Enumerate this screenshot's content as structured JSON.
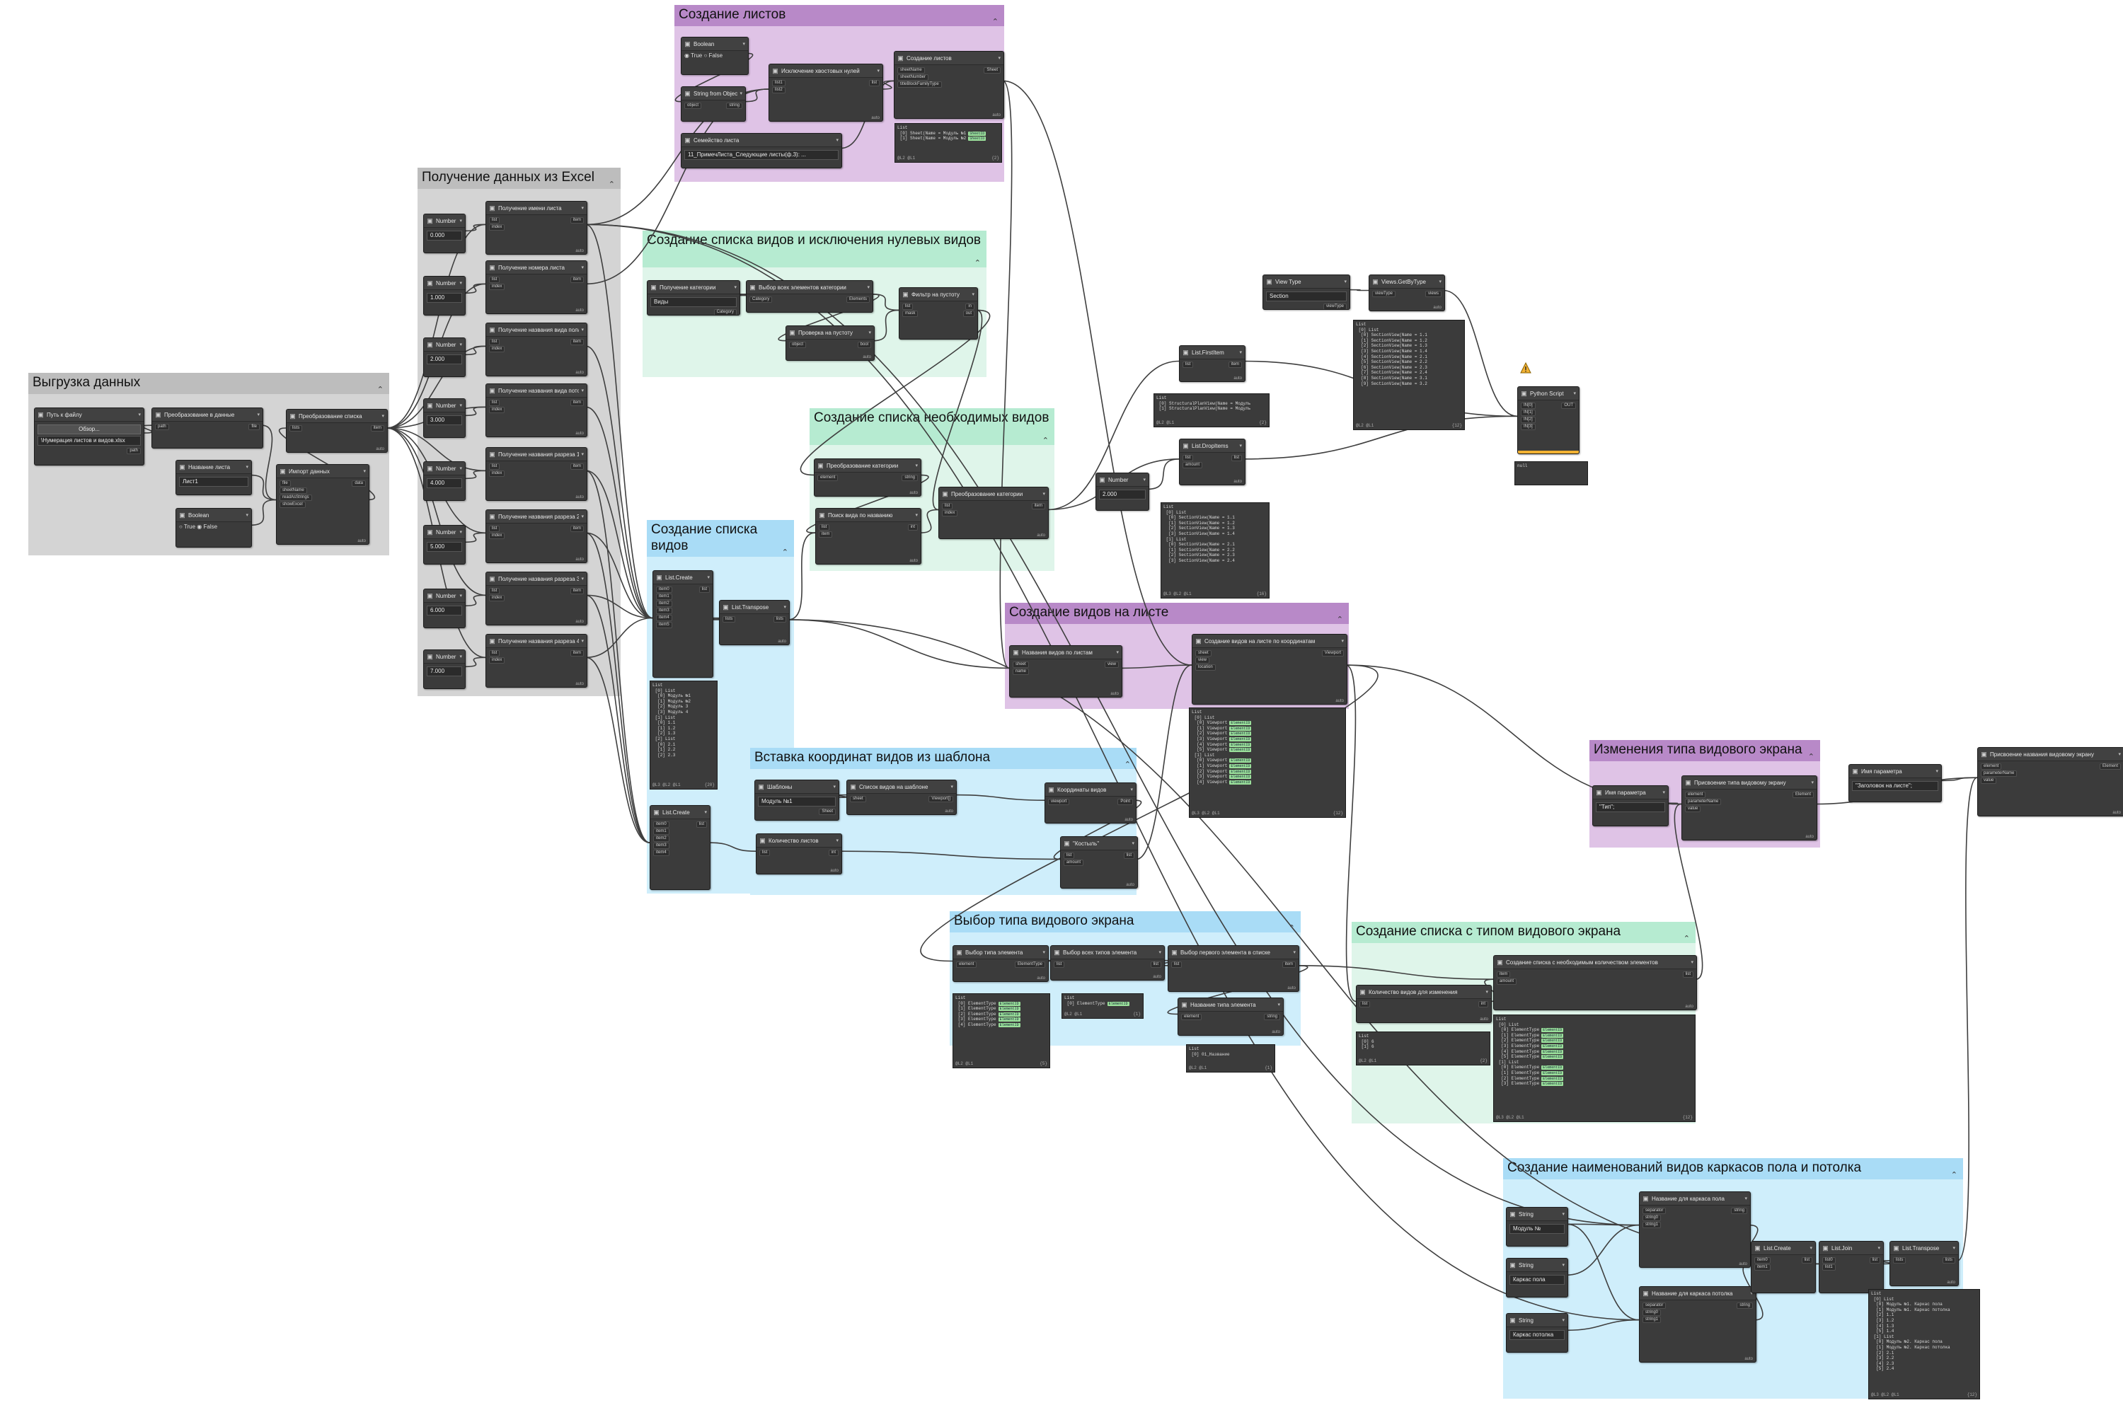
{
  "colors": {
    "gray": "#d4d4d4",
    "purple": "#dfc3e6",
    "purple_head": "#b889c8",
    "mint": "#dff5ea",
    "mint_head": "#b6ebd1",
    "blue": "#cfeefb",
    "blue_head": "#a9dcf6",
    "wire": "#3f3f3f",
    "warning": "#f2b233"
  },
  "groups": [
    {
      "id": "g_export",
      "title": "Выгрузка данных",
      "color": "gray"
    },
    {
      "id": "g_excel",
      "title": "Получение данных из Excel",
      "color": "gray"
    },
    {
      "id": "g_sheets",
      "title": "Создание листов",
      "color": "purple"
    },
    {
      "id": "g_views_null",
      "title": "Создание списка видов и исключения нулевых видов",
      "color": "mint"
    },
    {
      "id": "g_views_need",
      "title": "Создание списка необходимых видов",
      "color": "mint"
    },
    {
      "id": "g_views_list",
      "title": "Создание списка видов",
      "color": "blue"
    },
    {
      "id": "g_views_on_sheet",
      "title": "Создание видов на листе",
      "color": "purple"
    },
    {
      "id": "g_insert_coords",
      "title": "Вставка координат видов из шаблона",
      "color": "blue"
    },
    {
      "id": "g_vp_type",
      "title": "Выбор типа видового экрана",
      "color": "blue"
    },
    {
      "id": "g_vp_type_list",
      "title": "Создание списка с типом видового экрана",
      "color": "mint"
    },
    {
      "id": "g_change_vp",
      "title": "Изменения типа видового экрана",
      "color": "purple"
    },
    {
      "id": "g_names",
      "title": "Создание наименований видов каркасов пола и потолка",
      "color": "blue"
    }
  ],
  "nodes": [
    {
      "id": "n_path",
      "title": "Путь к файлу",
      "icon": "file-icon",
      "button": "Обзор...",
      "value": "\\Нумерация листов и видов.xlsx",
      "outputs": [
        "path"
      ]
    },
    {
      "id": "n_conv_data",
      "title": "Преобразование в данные",
      "icon": "function-icon",
      "inputs": [
        "path"
      ],
      "outputs": [
        "file"
      ]
    },
    {
      "id": "n_sheet_name",
      "title": "Название листа",
      "icon": "string-icon",
      "value": "Лист1"
    },
    {
      "id": "n_boolean1",
      "title": "Boolean",
      "icon": "boolean-icon",
      "radio_true": "True",
      "radio_false": "False",
      "selected": "False"
    },
    {
      "id": "n_import",
      "title": "Импорт данных",
      "icon": "import-icon",
      "inputs": [
        "file",
        "sheetName",
        "readAsStrings",
        "showExcel"
      ],
      "outputs": [
        "data"
      ],
      "lacing": "auto"
    },
    {
      "id": "n_conv_list",
      "title": "Преобразование списка",
      "icon": "function-icon",
      "inputs": [
        "lists"
      ],
      "outputs": [
        "item"
      ],
      "lacing": "auto"
    },
    {
      "id": "n_num1",
      "title": "Number",
      "value": "0.000"
    },
    {
      "id": "n_num2",
      "title": "Number",
      "value": "1.000"
    },
    {
      "id": "n_num3",
      "title": "Number",
      "value": "2.000"
    },
    {
      "id": "n_num4",
      "title": "Number",
      "value": "3.000"
    },
    {
      "id": "n_num5",
      "title": "Number",
      "value": "4.000"
    },
    {
      "id": "n_num6",
      "title": "Number",
      "value": "5.000"
    },
    {
      "id": "n_num7",
      "title": "Number",
      "value": "6.000"
    },
    {
      "id": "n_num8",
      "title": "Number",
      "value": "7.000"
    },
    {
      "id": "n_get1",
      "title": "Получение имени листа",
      "inputs": [
        "list",
        "index"
      ],
      "outputs": [
        "item"
      ],
      "lacing": "auto"
    },
    {
      "id": "n_get2",
      "title": "Получение номера листа",
      "inputs": [
        "list",
        "index"
      ],
      "outputs": [
        "item"
      ],
      "lacing": "auto"
    },
    {
      "id": "n_get3",
      "title": "Получение названия вида пола",
      "inputs": [
        "list",
        "index"
      ],
      "outputs": [
        "item"
      ],
      "lacing": "auto"
    },
    {
      "id": "n_get4",
      "title": "Получение названия вида потолка",
      "inputs": [
        "list",
        "index"
      ],
      "outputs": [
        "item"
      ],
      "lacing": "auto"
    },
    {
      "id": "n_get5",
      "title": "Получение названия разреза 1",
      "inputs": [
        "list",
        "index"
      ],
      "outputs": [
        "item"
      ],
      "lacing": "auto"
    },
    {
      "id": "n_get6",
      "title": "Получение названия разреза 2",
      "inputs": [
        "list",
        "index"
      ],
      "outputs": [
        "item"
      ],
      "lacing": "auto"
    },
    {
      "id": "n_get7",
      "title": "Получение названия разреза 3",
      "inputs": [
        "list",
        "index"
      ],
      "outputs": [
        "item"
      ],
      "lacing": "auto"
    },
    {
      "id": "n_get8",
      "title": "Получение названия разреза 4",
      "inputs": [
        "list",
        "index"
      ],
      "outputs": [
        "item"
      ],
      "lacing": "auto"
    },
    {
      "id": "n_bool2",
      "title": "Boolean",
      "radio_true": "True",
      "radio_false": "False",
      "selected": "True"
    },
    {
      "id": "n_strobj",
      "title": "String from Object",
      "inputs": [
        "object"
      ],
      "outputs": [
        "string"
      ]
    },
    {
      "id": "n_family",
      "title": "Семейство листа",
      "value": "11_ПримечЛиста_Следующие листы(ф.3): ..."
    },
    {
      "id": "n_exclude",
      "title": "Исключение хвостовых нулей",
      "inputs": [
        "list1",
        "list2"
      ],
      "outputs": [
        "list"
      ],
      "lacing": "auto"
    },
    {
      "id": "n_create_sheets",
      "title": "Создание листов",
      "inputs": [
        "sheetName",
        "sheetNumber",
        "titleBlockFamilyType"
      ],
      "outputs": [
        "Sheet"
      ],
      "lacing": "auto"
    },
    {
      "id": "n_get_cat",
      "title": "Получение категории",
      "value": "Виды",
      "outputs": [
        "Category"
      ]
    },
    {
      "id": "n_sel_cat",
      "title": "Выбор всех элементов категории",
      "inputs": [
        "Category"
      ],
      "outputs": [
        "Elements"
      ]
    },
    {
      "id": "n_filter_null",
      "title": "Фильтр на пустоту",
      "inputs": [
        "list",
        "mask"
      ],
      "outputs": [
        "in",
        "out"
      ]
    },
    {
      "id": "n_check_empty",
      "title": "Проверка на пустоту",
      "inputs": [
        "object"
      ],
      "outputs": [
        "bool"
      ],
      "lacing": "auto"
    },
    {
      "id": "n_conv_cat1",
      "title": "Преобразование категории",
      "inputs": [
        "element"
      ],
      "outputs": [
        "string"
      ],
      "lacing": "auto"
    },
    {
      "id": "n_search_name",
      "title": "Поиск вида по названию",
      "inputs": [
        "list",
        "item"
      ],
      "outputs": [
        "int"
      ],
      "lacing": "auto"
    },
    {
      "id": "n_conv_cat2",
      "title": "Преобразование категории",
      "inputs": [
        "list",
        "index"
      ],
      "outputs": [
        "item"
      ],
      "lacing": "auto"
    },
    {
      "id": "n_num9",
      "title": "Number",
      "value": "2.000"
    },
    {
      "id": "n_list_create1",
      "title": "List.Create",
      "inputs": [
        "item0",
        "item1",
        "item2",
        "item3",
        "item4",
        "item5"
      ],
      "outputs": [
        "list"
      ]
    },
    {
      "id": "n_transpose1",
      "title": "List.Transpose",
      "inputs": [
        "lists"
      ],
      "outputs": [
        "lists"
      ],
      "lacing": "auto"
    },
    {
      "id": "n_list_create2",
      "title": "List.Create",
      "inputs": [
        "item0",
        "item1",
        "item2",
        "item3",
        "item4"
      ],
      "outputs": [
        "list"
      ]
    },
    {
      "id": "n_first_item",
      "title": "List.FirstItem",
      "inputs": [
        "list"
      ],
      "outputs": [
        "item"
      ],
      "lacing": "auto"
    },
    {
      "id": "n_drop_items",
      "title": "List.DropItems",
      "inputs": [
        "list",
        "amount"
      ],
      "outputs": [
        "list"
      ],
      "lacing": "auto"
    },
    {
      "id": "n_view_type",
      "title": "View Type",
      "value": "Section",
      "outputs": [
        "viewType"
      ]
    },
    {
      "id": "n_views_get",
      "title": "Views.GetByType",
      "inputs": [
        "viewType"
      ],
      "outputs": [
        "views"
      ],
      "lacing": "auto"
    },
    {
      "id": "n_python",
      "title": "Python Script",
      "inputs": [
        "IN[0]",
        "IN[1]",
        "IN[2]",
        "IN[3]"
      ],
      "outputs": [
        "OUT"
      ],
      "status": "null"
    },
    {
      "id": "n_views_by_sheet",
      "title": "Названия видов по листам",
      "inputs": [
        "sheet",
        "name"
      ],
      "outputs": [
        "view"
      ],
      "lacing": "auto"
    },
    {
      "id": "n_create_vp",
      "title": "Создание видов на листе по координатам",
      "inputs": [
        "sheet",
        "view",
        "location"
      ],
      "outputs": [
        "Viewport"
      ],
      "lacing": "auto"
    },
    {
      "id": "n_template",
      "title": "Шаблоны",
      "value": "Модуль №1",
      "outputs": [
        "Sheet"
      ]
    },
    {
      "id": "n_views_on_tpl",
      "title": "Список видов на шаблоне",
      "inputs": [
        "sheet"
      ],
      "outputs": [
        "Viewport[]"
      ],
      "lacing": "auto"
    },
    {
      "id": "n_coords",
      "title": "Координаты видов",
      "inputs": [
        "viewport"
      ],
      "outputs": [
        "Point"
      ],
      "lacing": "auto"
    },
    {
      "id": "n_count_sheets",
      "title": "Количество листов",
      "inputs": [
        "list"
      ],
      "outputs": [
        "int"
      ],
      "lacing": "auto"
    },
    {
      "id": "n_crutch",
      "title": "\"Костыль\"",
      "inputs": [
        "list",
        "amount"
      ],
      "outputs": [
        "list"
      ],
      "lacing": "auto"
    },
    {
      "id": "n_sel_type",
      "title": "Выбор типа элемента",
      "inputs": [
        "element"
      ],
      "outputs": [
        "ElementType"
      ],
      "lacing": "auto"
    },
    {
      "id": "n_sel_all_types",
      "title": "Выбор всех типов элемента",
      "inputs": [
        "list"
      ],
      "outputs": [
        "list"
      ],
      "lacing": "auto"
    },
    {
      "id": "n_sel_first",
      "title": "Выбор первого элемента в списке",
      "inputs": [
        "list"
      ],
      "outputs": [
        "item"
      ],
      "lacing": "auto"
    },
    {
      "id": "n_type_name",
      "title": "Название типа элемента",
      "inputs": [
        "element"
      ],
      "outputs": [
        "string"
      ],
      "lacing": "auto"
    },
    {
      "id": "n_count_change",
      "title": "Количество видов для изменения",
      "inputs": [
        "list"
      ],
      "outputs": [
        "int"
      ],
      "lacing": "auto"
    },
    {
      "id": "n_create_list_n",
      "title": "Создание списка с необходимым количеством элементов",
      "inputs": [
        "item",
        "amount"
      ],
      "outputs": [
        "list"
      ],
      "lacing": "auto"
    },
    {
      "id": "n_param_name1",
      "title": "Имя параметра",
      "value": "\"Тип\";"
    },
    {
      "id": "n_assign_type",
      "title": "Присвоение типа видовому экрану",
      "inputs": [
        "element",
        "parameterName",
        "value"
      ],
      "outputs": [
        "Element"
      ],
      "lacing": "auto"
    },
    {
      "id": "n_param_name2",
      "title": "Имя параметра",
      "value": "\"Заголовок на листе\";"
    },
    {
      "id": "n_assign_name",
      "title": "Присвоение названия видовому экрану",
      "inputs": [
        "element",
        "parameterName",
        "value"
      ],
      "outputs": [
        "Element"
      ],
      "lacing": "auto"
    },
    {
      "id": "n_str1",
      "title": "String",
      "value": "Модуль №"
    },
    {
      "id": "n_str2",
      "title": "String",
      "value": "Каркас пола"
    },
    {
      "id": "n_str3",
      "title": "String",
      "value": "Каркас потолка"
    },
    {
      "id": "n_name_floor",
      "title": "Название для каркаса пола",
      "inputs": [
        "separator",
        "string0",
        "string1"
      ],
      "outputs": [
        "string"
      ],
      "lacing": "auto"
    },
    {
      "id": "n_name_ceil",
      "title": "Название для каркаса потолка",
      "inputs": [
        "separator",
        "string0",
        "string1"
      ],
      "outputs": [
        "string"
      ],
      "lacing": "auto"
    },
    {
      "id": "n_list_create3",
      "title": "List.Create",
      "inputs": [
        "item0",
        "item1"
      ],
      "outputs": [
        "list"
      ]
    },
    {
      "id": "n_list_join",
      "title": "List.Join",
      "inputs": [
        "list0",
        "list1"
      ],
      "outputs": [
        "list"
      ]
    },
    {
      "id": "n_transpose2",
      "title": "List.Transpose",
      "inputs": [
        "lists"
      ],
      "outputs": [
        "lists"
      ],
      "lacing": "auto"
    }
  ],
  "previews": [
    {
      "id": "pv_sheets",
      "lines": [
        "List",
        " [0] Sheet(Name = Модуль №1",
        " [1] Sheet(Name = Модуль №2"
      ],
      "tag": "SheetID",
      "footer_left": "@L2 @L1",
      "footer_right": "{2}"
    },
    {
      "id": "pv_views_get",
      "lines": [
        "List",
        " [0] List",
        "  [0] SectionView(Name = 1.1",
        "  [1] SectionView(Name = 1.2",
        "  [2] SectionView(Name = 1.3",
        "  [3] SectionView(Name = 1.4",
        "  [4] SectionView(Name = 2.1",
        "  [5] SectionView(Name = 2.2",
        "  [6] SectionView(Name = 2.3",
        "  [7] SectionView(Name = 2.4",
        "  [8] SectionView(Name = 3.1",
        "  [9] SectionView(Name = 3.2"
      ],
      "footer_left": "@L2 @L1",
      "footer_right": "{12}"
    },
    {
      "id": "pv_first",
      "lines": [
        "List",
        " [0] StructuralPlanView(Name = Модуль",
        " [1] StructuralPlanView(Name = Модуль"
      ],
      "footer_left": "@L2 @L1",
      "footer_right": "{2}"
    },
    {
      "id": "pv_drop",
      "lines": [
        "List",
        " [0] List",
        "  [0] SectionView(Name = 1.1",
        "  [1] SectionView(Name = 1.2",
        "  [2] SectionView(Name = 1.3",
        "  [3] SectionView(Name = 1.4",
        " [1] List",
        "  [0] SectionView(Name = 2.1",
        "  [1] SectionView(Name = 2.2",
        "  [2] SectionView(Name = 2.3",
        "  [3] SectionView(Name = 2.4"
      ],
      "footer_left": "@L3 @L2 @L1",
      "footer_right": "{16}"
    },
    {
      "id": "pv_list1",
      "lines": [
        "List",
        " [0] List",
        "  [0] Модуль №1",
        "  [1] Модуль №2",
        "  [2] Модуль 3",
        "  [3] Модуль 4",
        " [1] List",
        "  [0] 1.1",
        "  [1] 1.2",
        "  [2] 1.3",
        " [2] List",
        "  [0] 2.1",
        "  [1] 2.2",
        "  [2] 2.3"
      ],
      "footer_left": "@L3 @L2 @L1",
      "footer_right": "{20}"
    },
    {
      "id": "pv_vp",
      "lines": [
        "List",
        " [0] List",
        "  [0] Viewport",
        "  [1] Viewport",
        "  [2] Viewport",
        "  [3] Viewport",
        "  [4] Viewport",
        "  [5] Viewport",
        " [1] List",
        "  [0] Viewport",
        "  [1] Viewport",
        "  [2] Viewport",
        "  [3] Viewport",
        "  [4] Viewport"
      ],
      "tag": "ElementID",
      "footer_left": "@L3 @L2 @L1",
      "footer_right": "{12}"
    },
    {
      "id": "pv_types",
      "lines": [
        "List",
        " [0] ElementType",
        " [1] ElementType",
        " [2] ElementType",
        " [3] ElementType",
        " [4] ElementType"
      ],
      "tag": "ElementID",
      "footer_left": "@L2 @L1",
      "footer_right": "{5}"
    },
    {
      "id": "pv_type_sel",
      "lines": [
        "List",
        " [0] ElementType"
      ],
      "tag": "ElementID",
      "footer_left": "@L2 @L1",
      "footer_right": "{1}"
    },
    {
      "id": "pv_type_name",
      "lines": [
        "List",
        " [0] 01_Название"
      ],
      "footer_left": "@L2 @L1",
      "footer_right": "{1}"
    },
    {
      "id": "pv_count",
      "lines": [
        "List",
        " [0] 6",
        " [1] 6"
      ],
      "footer_left": "@L2 @L1",
      "footer_right": "{2}"
    },
    {
      "id": "pv_typed_list",
      "lines": [
        "List",
        " [0] List",
        "  [0] ElementType",
        "  [1] ElementType",
        "  [2] ElementType",
        "  [3] ElementType",
        "  [4] ElementType",
        "  [5] ElementType",
        " [1] List",
        "  [0] ElementType",
        "  [1] ElementType",
        "  [2] ElementType",
        "  [3] ElementType"
      ],
      "tag": "ElementID",
      "footer_left": "@L3 @L2 @L1",
      "footer_right": "{12}"
    },
    {
      "id": "pv_names",
      "lines": [
        "List",
        " [0] List",
        "  [0] Модуль №1. Каркас пола",
        "  [1] Модуль №1. Каркас потолка",
        "  [2] 1.1",
        "  [3] 1.2",
        "  [4] 1.3",
        "  [5] 1.4",
        " [1] List",
        "  [0] Модуль №2. Каркас пола",
        "  [1] Модуль №2. Каркас потолка",
        "  [2] 2.1",
        "  [3] 2.2",
        "  [4] 2.3",
        "  [5] 2.4"
      ],
      "footer_left": "@L3 @L2 @L1",
      "footer_right": "{12}"
    },
    {
      "id": "pv_python",
      "lines": [
        "null"
      ],
      "footer_left": "",
      "footer_right": ""
    }
  ]
}
